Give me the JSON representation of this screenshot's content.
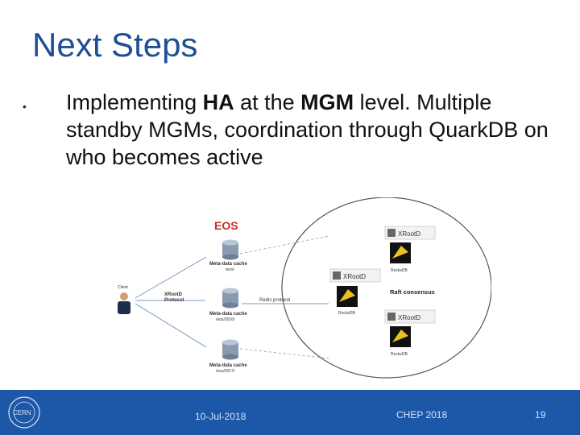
{
  "slide": {
    "title": "Next Steps",
    "bullet": {
      "t1": "Implementing ",
      "b1": "HA",
      "t2": " at the ",
      "b2": "MGM",
      "t3": " level. Multiple standby MGMs, coordination through QuarkDB on who becomes active"
    }
  },
  "diagram": {
    "eos_logo": "EOS",
    "client_label": "Client",
    "xrootd_protocol": [
      "XRootD",
      "Protocol"
    ],
    "redis_protocol": "Redis protocol",
    "raft_consensus": "Raft consensus",
    "caches": [
      {
        "line1": "Meta-data cache",
        "line2": "/eos/"
      },
      {
        "line1": "Meta-data cache",
        "line2": "/eos/2016/"
      },
      {
        "line1": "Meta-data cache",
        "line2": "/eos/2017/"
      }
    ],
    "nodes": [
      {
        "label": "XRootD",
        "sub": "RocksDB"
      },
      {
        "label": "XRootD",
        "sub": "RocksDB"
      },
      {
        "label": "XRootD",
        "sub": "RocksDB"
      }
    ]
  },
  "footer": {
    "logo_text": "CERN",
    "date": "10-Jul-2018",
    "conference": "CHEP 2018",
    "page": "19"
  },
  "colors": {
    "title": "#1f4e96",
    "footer": "#1d57a8"
  }
}
